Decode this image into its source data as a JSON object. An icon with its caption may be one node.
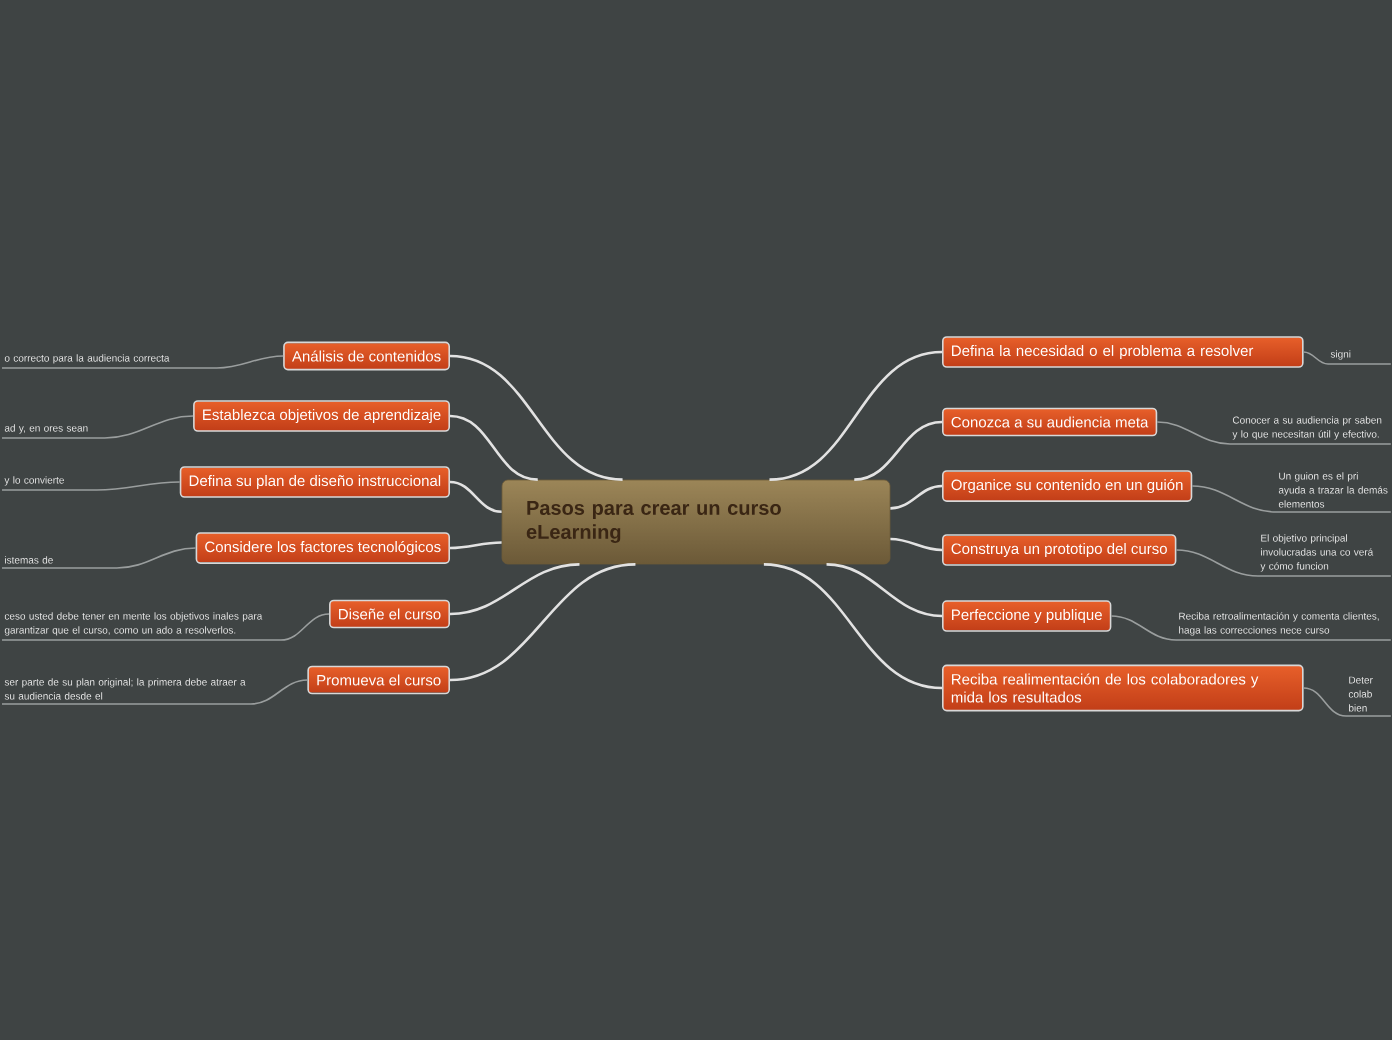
{
  "diagram": {
    "nodes": [
      {
        "text": [
          "Pasos para crear un curso eLearning"
        ]
      },
      {
        "text": [
          "Análisis de contenidos"
        ]
      },
      {
        "text": [
          "Establezca objetivos de aprendizaje"
        ]
      },
      {
        "text": [
          "Defina su plan de diseño instruccional"
        ]
      },
      {
        "text": [
          "Considere los factores tecnológicos"
        ]
      },
      {
        "text": [
          "Diseñe el curso"
        ]
      },
      {
        "text": [
          "Promueva el curso"
        ]
      },
      {
        "text": [
          "Defina la necesidad o el problema a resolver"
        ]
      },
      {
        "text": [
          "Conozca a su audiencia meta"
        ]
      },
      {
        "text": [
          "Organice su contenido en un guión"
        ]
      },
      {
        "text": [
          "Construya un prototipo del curso"
        ]
      },
      {
        "text": [
          "Perfeccione y publique"
        ]
      },
      {
        "text": [
          "Reciba realimentación de los colaboradores y mida los resultados"
        ]
      },
      {
        "text": [
          "o correcto para la audiencia correcta"
        ]
      },
      {
        "text": [
          "ad y, en ores sean"
        ]
      },
      {
        "text": [
          "y lo convierte"
        ]
      },
      {
        "text": [
          "istemas de"
        ]
      },
      {
        "text": [
          "ceso usted debe tener en mente los objetivos inales para garantizar que el curso, como un ado a resolverlos."
        ]
      },
      {
        "text": [
          "ser parte de su plan original; la primera debe atraer a su audiencia desde el"
        ]
      },
      {
        "text": [
          "signi"
        ]
      },
      {
        "text": [
          "Conocer a su audiencia pr saben y lo que necesitan útil y efectivo."
        ]
      },
      {
        "text": [
          "Un guion es el pri ayuda a trazar la demás elementos"
        ]
      },
      {
        "text": [
          "El objetivo principal involucradas una co verá y cómo funcion"
        ]
      },
      {
        "text": [
          "Reciba retroalimentación y comenta clientes, haga las correcciones nece curso"
        ]
      },
      {
        "text": [
          "Deter colab bien"
        ]
      }
    ],
    "edges": [
      {
        "from": 0,
        "to": 1,
        "arrow": "none"
      },
      {
        "from": 0,
        "to": 2,
        "arrow": "none"
      },
      {
        "from": 0,
        "to": 3,
        "arrow": "none"
      },
      {
        "from": 0,
        "to": 4,
        "arrow": "none"
      },
      {
        "from": 0,
        "to": 5,
        "arrow": "none"
      },
      {
        "from": 0,
        "to": 6,
        "arrow": "none"
      },
      {
        "from": 0,
        "to": 7,
        "arrow": "none"
      },
      {
        "from": 0,
        "to": 8,
        "arrow": "none"
      },
      {
        "from": 0,
        "to": 9,
        "arrow": "none"
      },
      {
        "from": 0,
        "to": 10,
        "arrow": "none"
      },
      {
        "from": 0,
        "to": 11,
        "arrow": "none"
      },
      {
        "from": 0,
        "to": 12,
        "arrow": "none"
      },
      {
        "from": 1,
        "to": 13,
        "arrow": "none"
      },
      {
        "from": 2,
        "to": 14,
        "arrow": "none"
      },
      {
        "from": 3,
        "to": 15,
        "arrow": "none"
      },
      {
        "from": 4,
        "to": 16,
        "arrow": "none"
      },
      {
        "from": 5,
        "to": 17,
        "arrow": "none"
      },
      {
        "from": 6,
        "to": 18,
        "arrow": "none"
      },
      {
        "from": 7,
        "to": 19,
        "arrow": "none"
      },
      {
        "from": 8,
        "to": 20,
        "arrow": "none"
      },
      {
        "from": 9,
        "to": 21,
        "arrow": "none"
      },
      {
        "from": 10,
        "to": 22,
        "arrow": "none"
      },
      {
        "from": 11,
        "to": 23,
        "arrow": "none"
      },
      {
        "from": 12,
        "to": 24,
        "arrow": "none"
      }
    ]
  }
}
